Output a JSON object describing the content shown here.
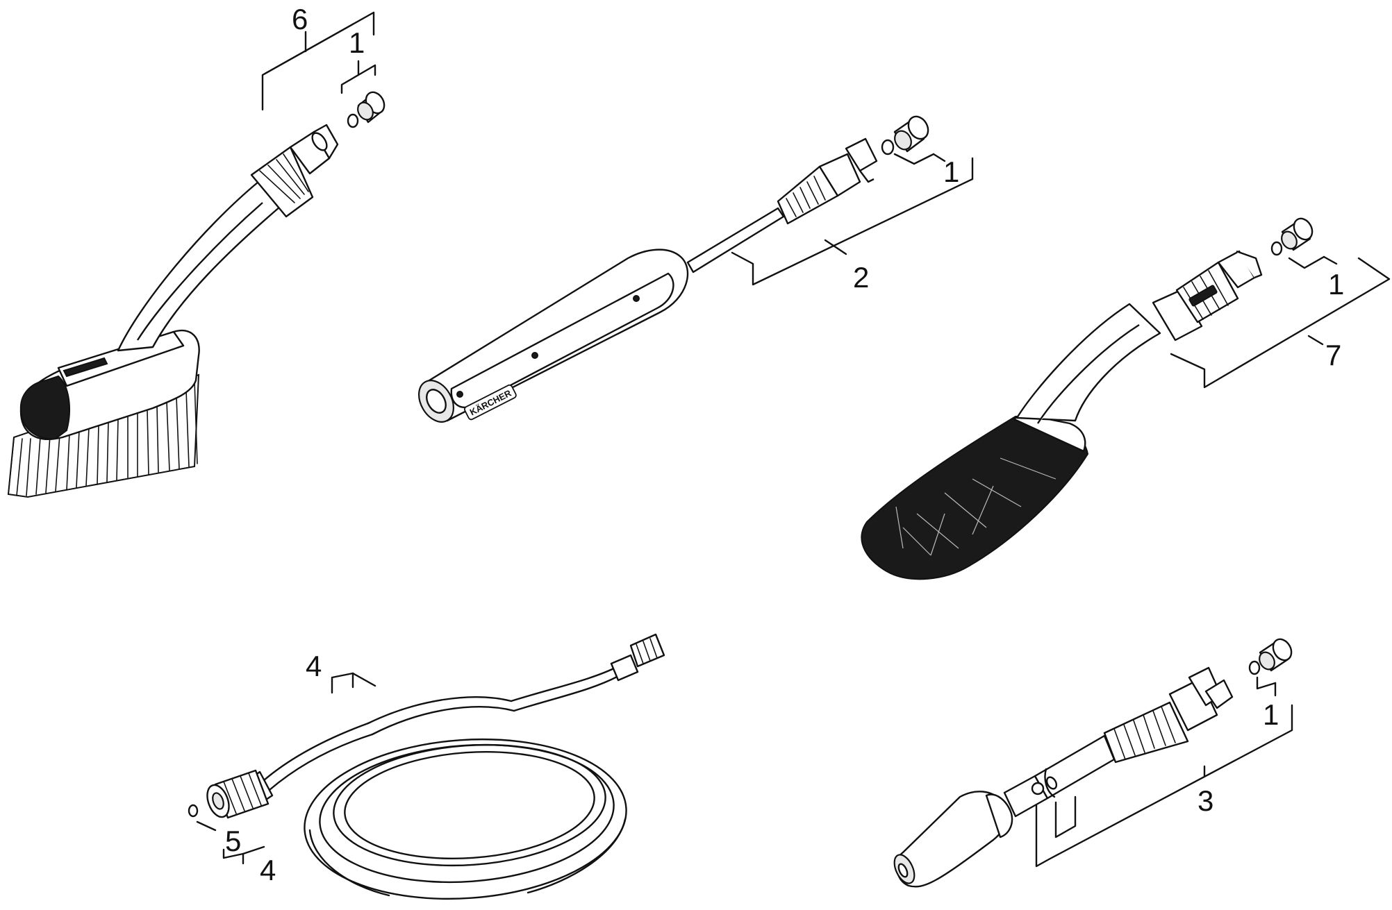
{
  "diagram": {
    "callouts": {
      "c1a": "1",
      "c6": "6",
      "c1b": "1",
      "c2": "2",
      "c1c": "1",
      "c7": "7",
      "c4a": "4",
      "c5": "5",
      "c4b": "4",
      "c1d": "1",
      "c3": "3"
    },
    "brand_marks": {
      "handle_logo": "KÄRCHER"
    }
  }
}
